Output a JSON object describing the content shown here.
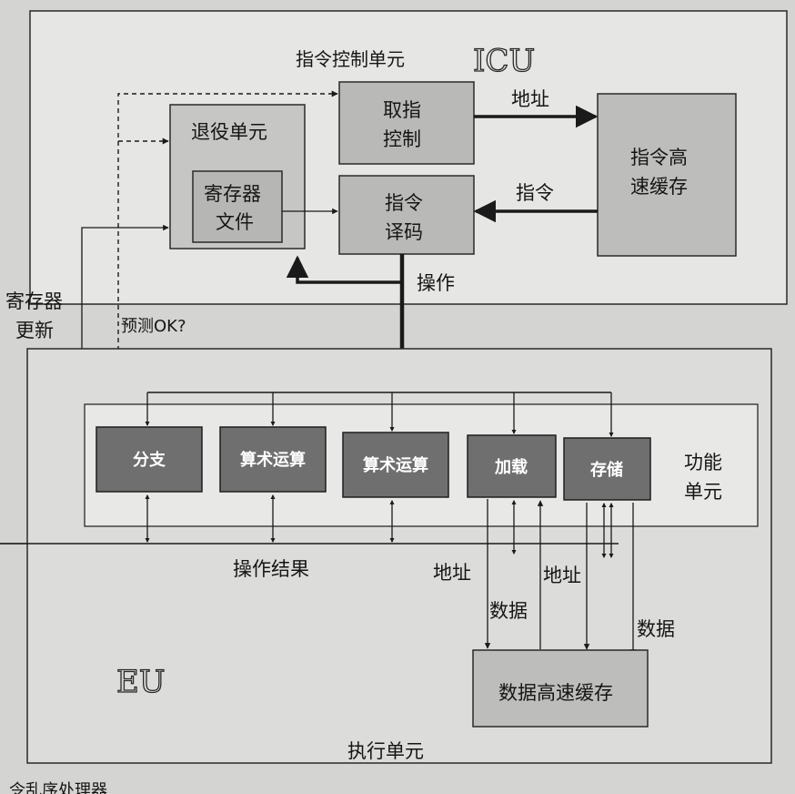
{
  "icu": {
    "title": "指令控制单元",
    "handwritten": "ICU",
    "fetch_control": [
      "取指",
      "控制"
    ],
    "retire_unit": "退役单元",
    "register_file": [
      "寄存器",
      "文件"
    ],
    "decode": [
      "指令",
      "译码"
    ],
    "icache": [
      "指令高",
      "速缓存"
    ],
    "address_label": "地址",
    "instruction_label": "指令",
    "operation_label": "操作"
  },
  "side": {
    "register_update": [
      "寄存器",
      "更新"
    ],
    "prediction_ok": "预测OK?"
  },
  "eu": {
    "title": "执行单元",
    "handwritten": "EU",
    "functional_units": [
      "分支",
      "算术运算",
      "算术运算",
      "加载",
      "存储"
    ],
    "functional_units_label": [
      "功能",
      "单元"
    ],
    "op_results": "操作结果",
    "address_label_1": "地址",
    "address_label_2": "地址",
    "data_label_1": "数据",
    "data_label_2": "数据",
    "dcache": "数据高速缓存"
  },
  "footer": {
    "caption_fragment": "令乱序处理器"
  },
  "colors": {
    "background": "#d4d4d2",
    "panel": "#e6e6e4",
    "box_gray": "#b9b9b7",
    "fu_dark": "#6f6f6f",
    "line": "#1a1a1a"
  }
}
